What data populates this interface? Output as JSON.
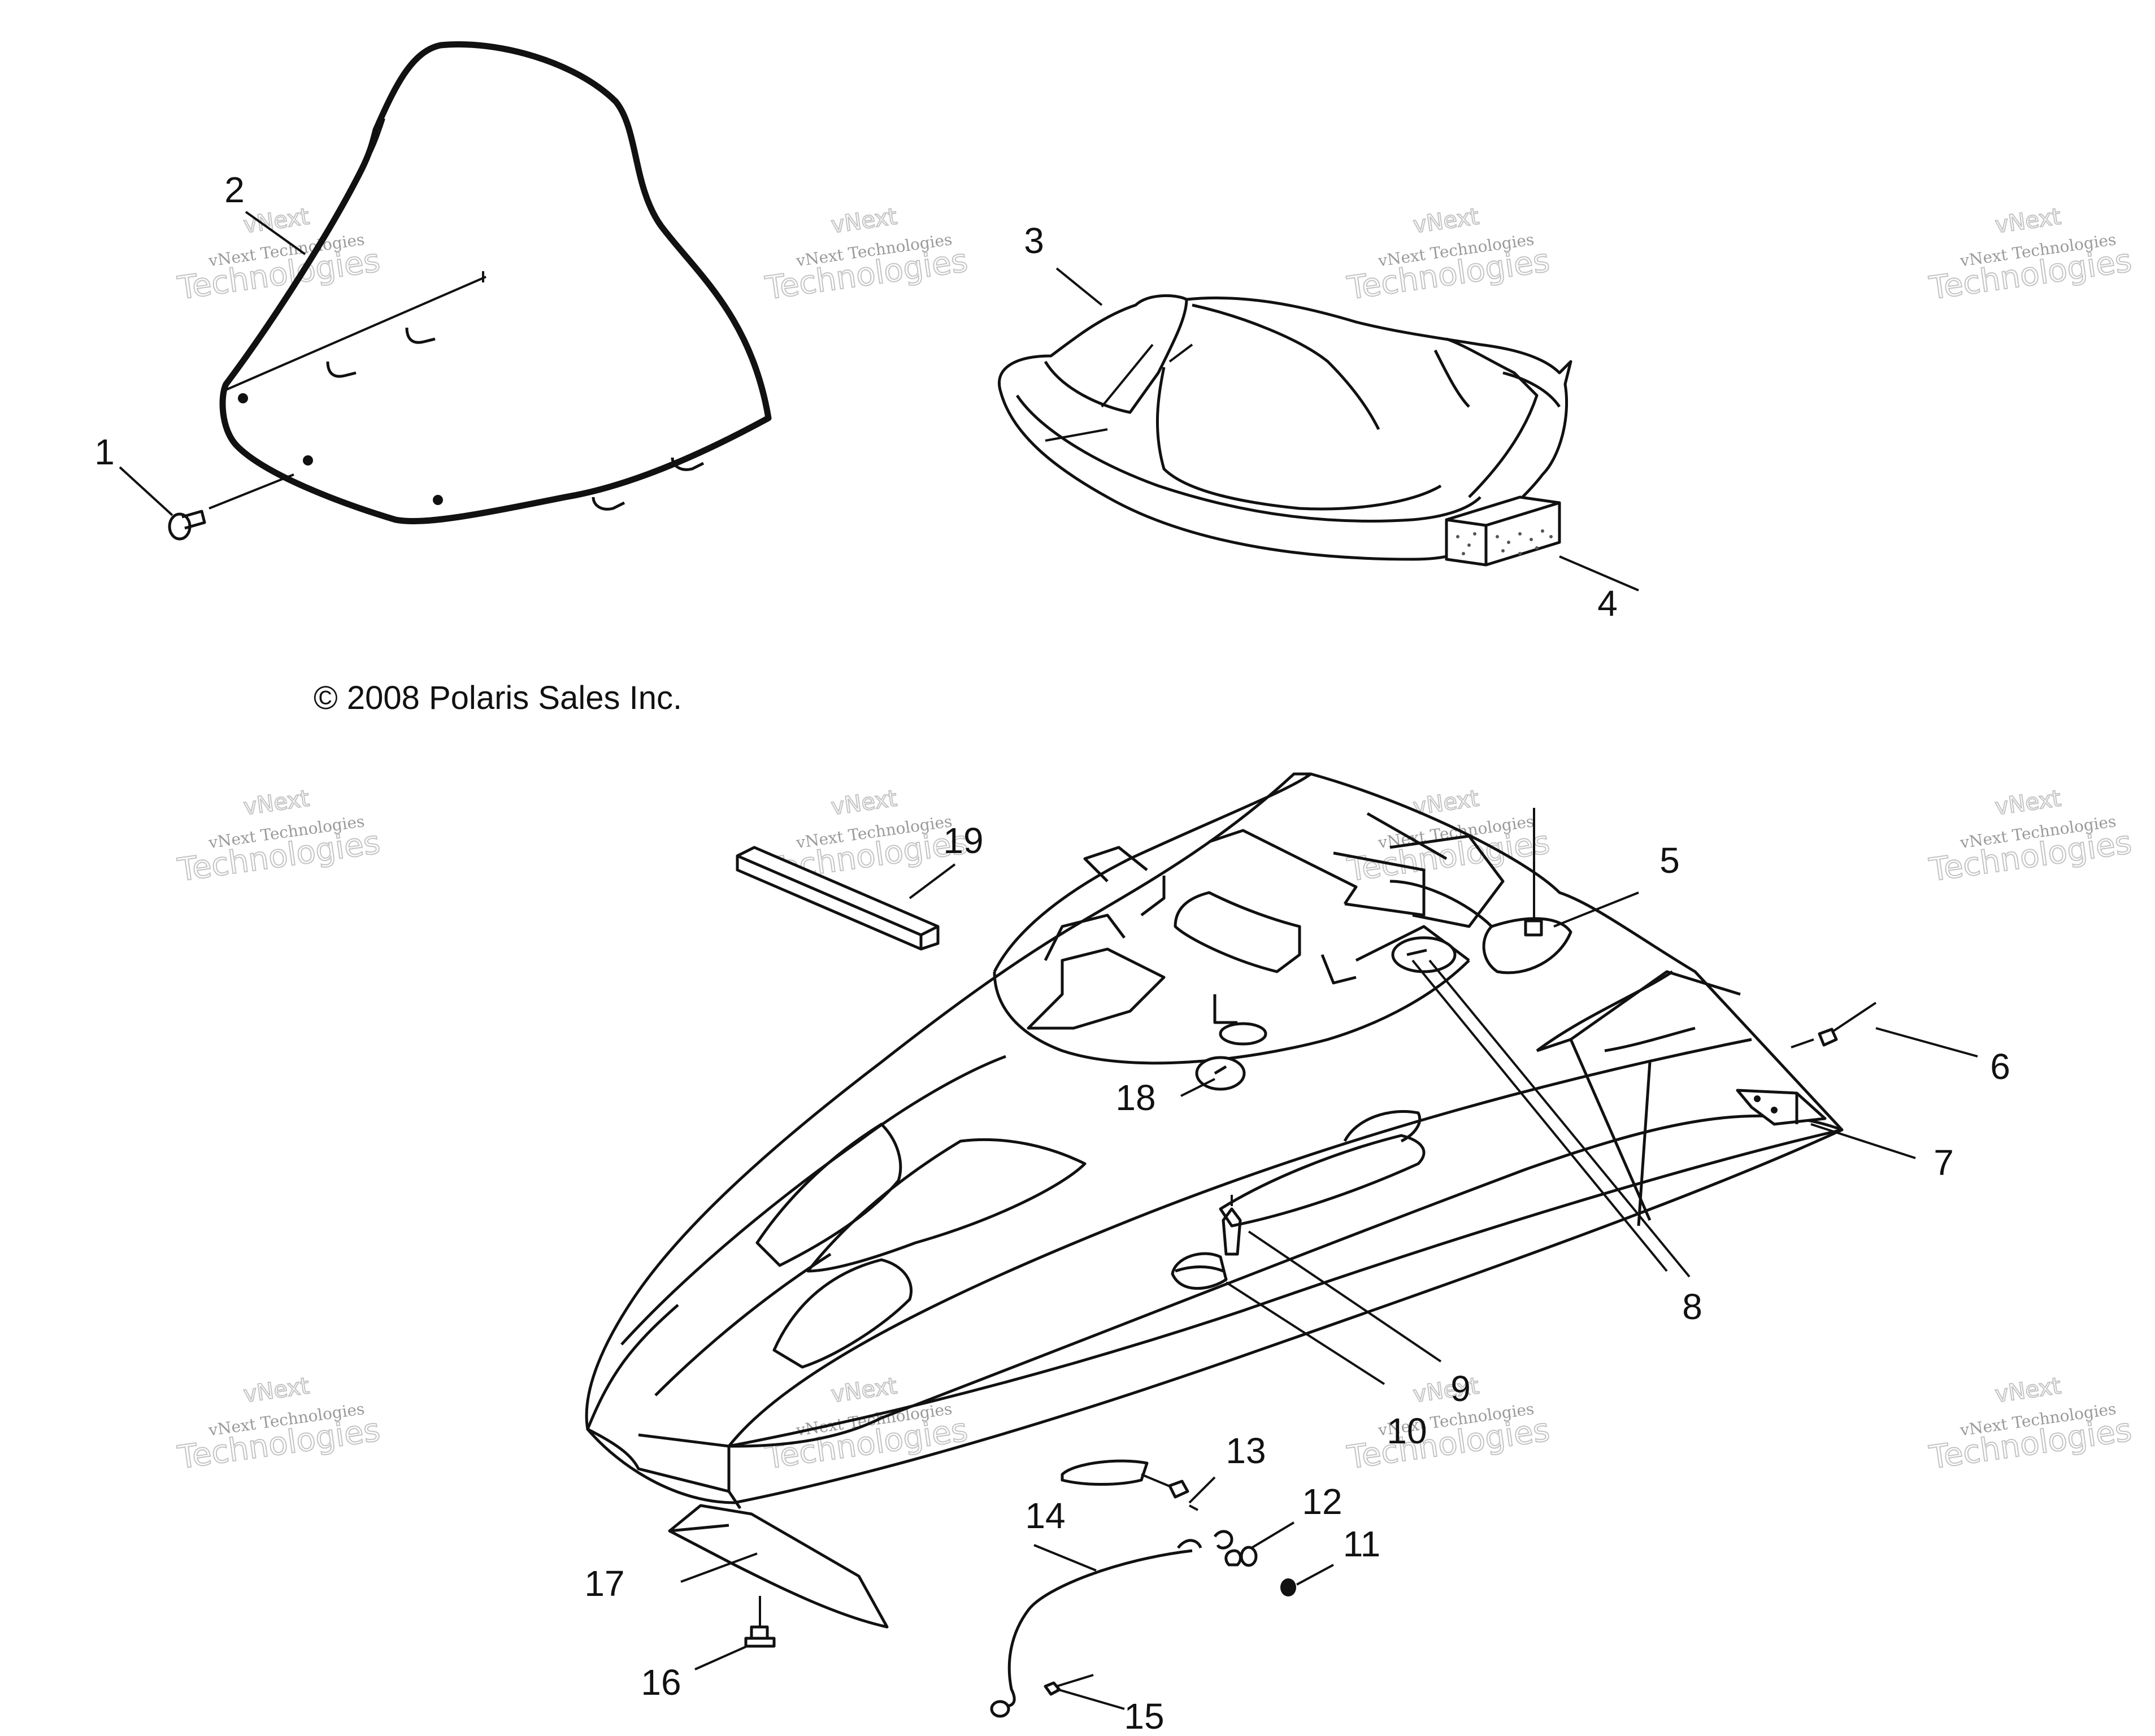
{
  "copyright": "© 2008 Polaris Sales Inc.",
  "watermark": {
    "line1": "vNext Technologies",
    "line2": "Technologies",
    "line3": "vNext"
  },
  "callouts": [
    {
      "id": "1",
      "label": "1"
    },
    {
      "id": "2",
      "label": "2"
    },
    {
      "id": "3",
      "label": "3"
    },
    {
      "id": "4",
      "label": "4"
    },
    {
      "id": "5",
      "label": "5"
    },
    {
      "id": "6",
      "label": "6"
    },
    {
      "id": "7",
      "label": "7"
    },
    {
      "id": "8",
      "label": "8"
    },
    {
      "id": "9",
      "label": "9"
    },
    {
      "id": "10",
      "label": "10"
    },
    {
      "id": "11",
      "label": "11"
    },
    {
      "id": "12",
      "label": "12"
    },
    {
      "id": "13",
      "label": "13"
    },
    {
      "id": "14",
      "label": "14"
    },
    {
      "id": "15",
      "label": "15"
    },
    {
      "id": "16",
      "label": "16"
    },
    {
      "id": "17",
      "label": "17"
    },
    {
      "id": "18",
      "label": "18"
    },
    {
      "id": "19",
      "label": "19"
    }
  ],
  "colors": {
    "ink": "#111111",
    "watermark": "#c4c4c4",
    "background": "#ffffff"
  }
}
